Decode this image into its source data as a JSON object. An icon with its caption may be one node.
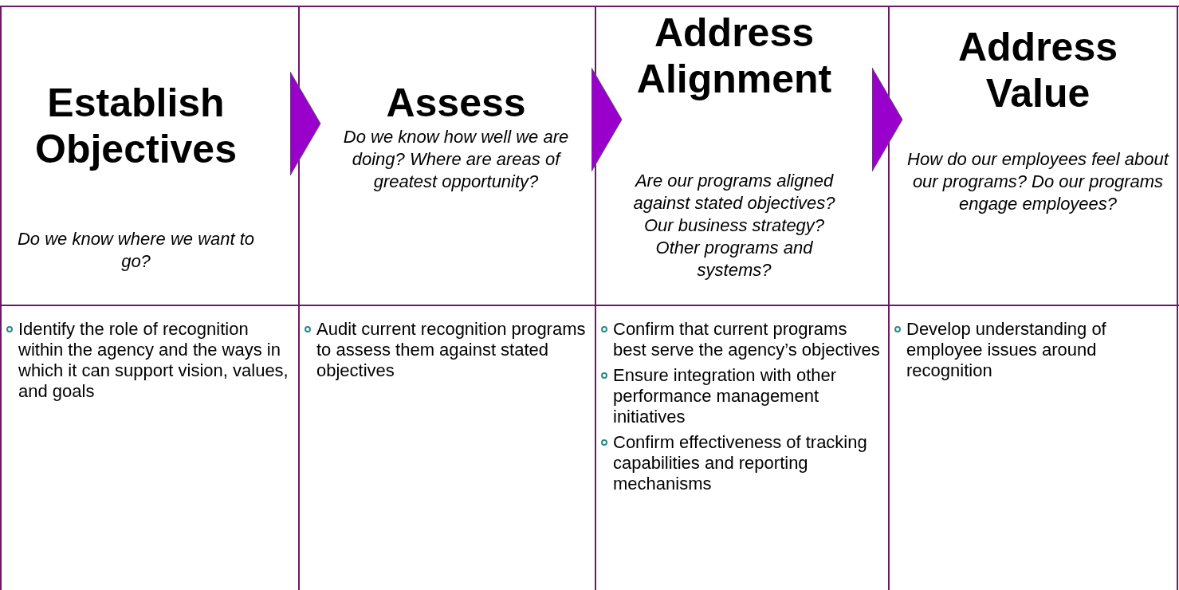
{
  "diagram": {
    "nodes": [
      {
        "text": [
          "Establish Objectives",
          "Do we know where we want to go?"
        ]
      },
      {
        "text": [
          "Assess",
          "Do we know how well we are doing? Where are areas of greatest opportunity?"
        ]
      },
      {
        "text": [
          "Address Alignment",
          "Are our programs aligned against stated objectives? Our business strategy? Other programs and systems?"
        ]
      },
      {
        "text": [
          "Address Value",
          "How do our employees feel about our programs? Do our programs engage employees?"
        ]
      },
      {
        "text": [
          "Identify the role of recognition within the agency and the ways in which it can support vision, values, and goals"
        ]
      },
      {
        "text": [
          "Audit current recognition programs to assess them against stated objectives"
        ]
      },
      {
        "text": [
          "Confirm that current programs best serve the agency’s objectives",
          "Ensure integration with other performance management initiatives",
          "Confirm effectiveness of tracking capabilities and reporting mechanisms"
        ]
      },
      {
        "text": [
          "Develop understanding of employee issues around recognition"
        ]
      }
    ],
    "edges": [
      {
        "from": 0,
        "to": 1,
        "arrow": "to"
      },
      {
        "from": 1,
        "to": 2,
        "arrow": "to"
      },
      {
        "from": 2,
        "to": 3,
        "arrow": "to"
      }
    ]
  }
}
